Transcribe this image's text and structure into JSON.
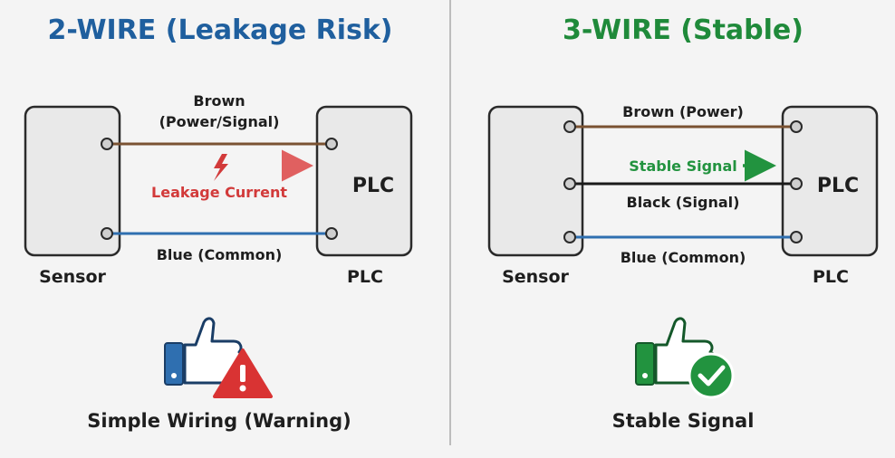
{
  "colors": {
    "title_left": "#1f5f9e",
    "title_right": "#1f8a3a",
    "wire_brown": "#7a5232",
    "wire_black": "#1a1a1a",
    "wire_blue": "#2f6fb0",
    "leak_red": "#d23a3a",
    "signal_green": "#22933f",
    "divider": "#bdbdbd"
  },
  "left": {
    "title": "2-WIRE (Leakage Risk)",
    "wire_top_label_line1": "Brown",
    "wire_top_label_line2": "(Power/Signal)",
    "leak_label": "Leakage Current",
    "wire_bottom_label": "Blue (Common)",
    "sensor_label": "Sensor",
    "plc_inner": "PLC",
    "plc_label": "PLC",
    "bottom_label": "Simple Wiring (Warning)",
    "icons": [
      "thumbs-up-icon",
      "warning-triangle-icon",
      "lightning-icon"
    ]
  },
  "right": {
    "title": "3-WIRE (Stable)",
    "wire_top_label": "Brown (Power)",
    "signal_label": "Stable Signal",
    "wire_mid_label": "Black (Signal)",
    "wire_bottom_label": "Blue (Common)",
    "sensor_label": "Sensor",
    "plc_inner": "PLC",
    "plc_label": "PLC",
    "bottom_label": "Stable Signal",
    "icons": [
      "thumbs-up-icon",
      "check-circle-icon"
    ]
  }
}
